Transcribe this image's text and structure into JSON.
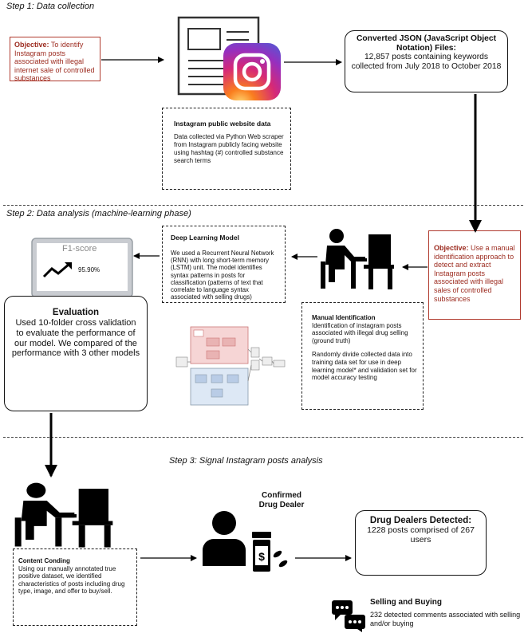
{
  "steps": {
    "step1": "Step 1:  Data collection",
    "step2": "Step 2:  Data analysis (machine-learning phase)",
    "step3": "Step 3:  Signal Instagram posts analysis"
  },
  "objective1": {
    "label": "Objective:",
    "text": "To identify Instagram posts associated with illegal internet sale of controlled substances"
  },
  "instagram_box": {
    "title": "Instagram public website data",
    "text": "Data collected via Python Web scraper from Instagram publicly facing website using hashtag (#) controlled substance search terms"
  },
  "json_box": {
    "title": "Converted JSON (JavaScript Object Notation) Files:",
    "text": "12,857 posts containing keywords collected from July 2018 to October 2018"
  },
  "objective2": {
    "label": "Objective:",
    "text": "Use a manual identification approach to detect and extract Instagram posts associated with illegal sales of controlled substances"
  },
  "deep_learning": {
    "title": "Deep Learning Model",
    "text": "We used a Recurrent Neural Network (RNN) with long short-term memory (LSTM) unit.  The model identifies syntax patterns in posts for classification (patterns of text that correlate to language syntax associated with selling drugs)"
  },
  "monitor": {
    "label": "F1-score",
    "value": "95.90%"
  },
  "manual": {
    "title": "Manual Identification",
    "text1": "Identification of instagram posts associated with illegal drug selling (ground truth)",
    "text2": "Randomly divide collected data into training data set for use in deep learning model* and validation set for model accuracy testing"
  },
  "evaluation": {
    "title": "Evaluation",
    "text": "Used 10-folder cross validation to evaluate the performance of our model. We compared of the performance with 3 other models"
  },
  "content": {
    "title": "Content Conding",
    "text": "Using our manually annotated true positive dataset, we identified characteristics of posts including drug type, image, and offer to buy/sell."
  },
  "dealer_label": "Confirmed Drug Dealer",
  "detected": {
    "title": "Drug Dealers Detected:",
    "text": "1228 posts comprised of  267 users"
  },
  "selling": {
    "title": "Selling and Buying",
    "text": "232 detected comments associated with selling and/or buying"
  },
  "colors": {
    "objective": "#b03a2e",
    "instagram_gradient": [
      "#feda75",
      "#fa7e1e",
      "#d62976",
      "#962fbf",
      "#4f5bd5"
    ]
  },
  "icons": [
    "document-icon",
    "instagram-icon",
    "monitor-icon",
    "trend-arrow-icon",
    "person-at-computer-icon",
    "dealer-person-icon",
    "pill-bottle-icon",
    "chat-bubbles-icon",
    "network-diagram-icon"
  ]
}
